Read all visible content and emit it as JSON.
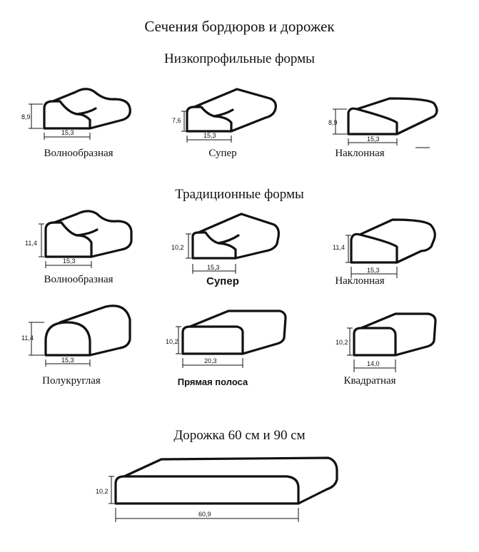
{
  "title": "Сечения бордюров и дорожек",
  "sections": {
    "low": "Низкопрофильные формы",
    "trad": "Традиционные формы",
    "path": "Дорожка 60 см и 90 см"
  },
  "items": {
    "low_wave": {
      "caption": "Волнообразная",
      "height": "8,9",
      "width": "15,3"
    },
    "low_super": {
      "caption": "Супер",
      "height": "7,6",
      "width": "15,3"
    },
    "low_slope": {
      "caption": "Наклонная",
      "height": "8,9",
      "width": "15,3"
    },
    "trad_wave": {
      "caption": "Волнообразная",
      "height": "11,4",
      "width": "15,3"
    },
    "trad_super": {
      "caption": "Супер",
      "height": "10,2",
      "width": "15,3"
    },
    "trad_slope": {
      "caption": "Наклонная",
      "height": "11,4",
      "width": "15,3"
    },
    "half_round": {
      "caption": "Полукруглая",
      "height": "11,4",
      "width": "15,3"
    },
    "strip": {
      "caption": "Прямая полоса",
      "height": "10,2",
      "width": "20,3"
    },
    "square": {
      "caption": "Квадратная",
      "height": "10,2",
      "width": "14,0"
    },
    "path": {
      "height": "10,2",
      "width": "60,9"
    }
  }
}
